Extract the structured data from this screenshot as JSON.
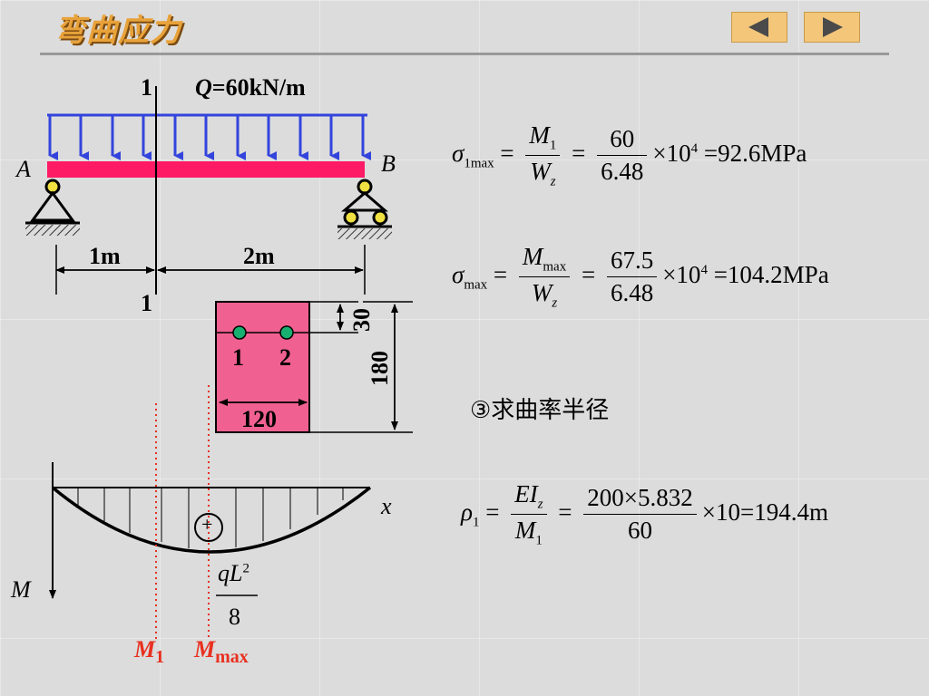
{
  "title": "弯曲应力",
  "nav": {
    "prev": "left-arrow-icon",
    "next": "right-arrow-icon"
  },
  "beam": {
    "section_label_top": "1",
    "section_label_bottom": "1",
    "load_label": "Q",
    "load_value": "=60kN/m",
    "support_a": "A",
    "support_b": "B",
    "dim_left": "1m",
    "dim_right": "2m"
  },
  "cross_section": {
    "point_1": "1",
    "point_2": "2",
    "width": "120",
    "height": "180",
    "offset": "30"
  },
  "moment_diagram": {
    "axis_x": "x",
    "axis_m": "M",
    "sign": "+",
    "peak_num": "qL",
    "peak_exp": "2",
    "peak_den": "8",
    "m1_label": "M",
    "m1_sub": "1",
    "mmax_label": "M",
    "mmax_sub": "max"
  },
  "equations": {
    "eq1": {
      "lhs": "σ",
      "lhs_sub": "1max",
      "num1": "M",
      "num1_sub": "1",
      "den1": "W",
      "den1_sub": "z",
      "num2": "60",
      "den2": "6.48",
      "mult": "×10",
      "exp": "4",
      "result": "=92.6MPa"
    },
    "eq2": {
      "lhs": "σ",
      "lhs_sub": "max",
      "num1": "M",
      "num1_sub": "max",
      "den1": "W",
      "den1_sub": "z",
      "num2": "67.5",
      "den2": "6.48",
      "mult": "×10",
      "exp": "4",
      "result": "=104.2MPa"
    },
    "step3": "③求曲率半径",
    "eq3": {
      "lhs": "ρ",
      "lhs_sub": "1",
      "num1": "EI",
      "num1_sub": "z",
      "den1": "M",
      "den1_sub": "1",
      "num2": "200×5.832",
      "den2": "60",
      "mult": "×10",
      "result": "=194.4m"
    }
  },
  "colors": {
    "beam": "#ff1a66",
    "load_arrows": "#3344dd",
    "section_fill": "#f06090",
    "points": "#18b070",
    "support": "#f0e040",
    "dotted_lines": "#e83020",
    "nav_button": "#f3c67a"
  }
}
